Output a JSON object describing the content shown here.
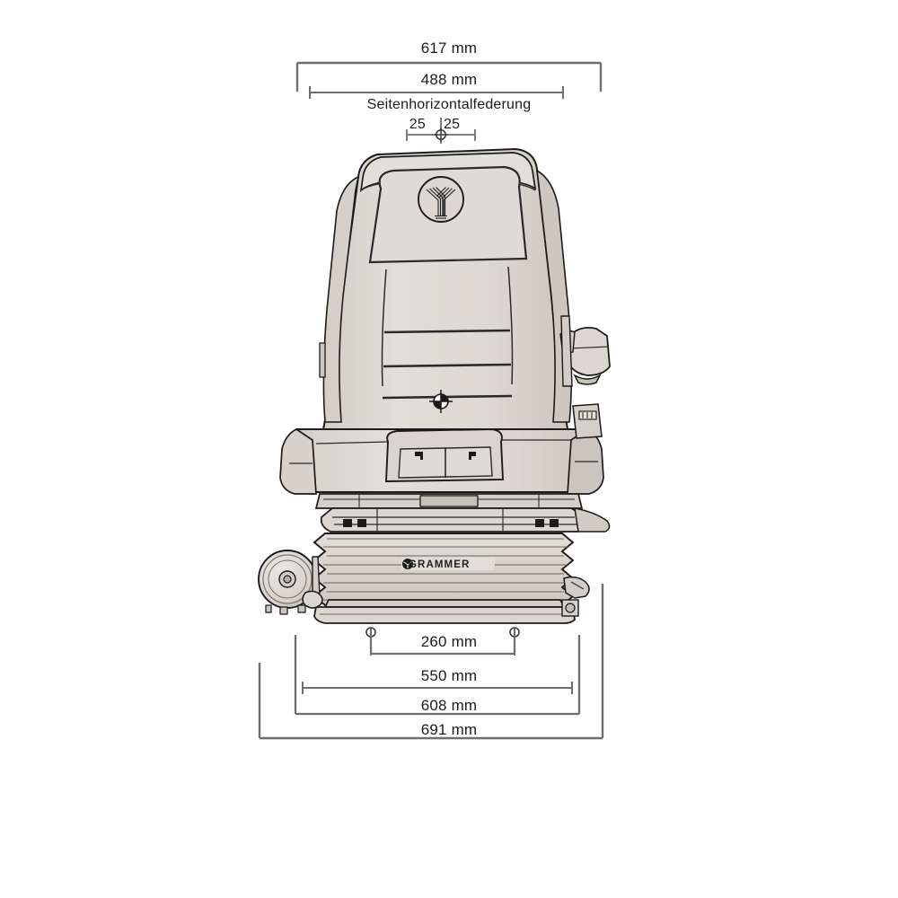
{
  "drawing": {
    "title_visible": false,
    "background_color": "#ffffff",
    "line_color": "#6e6e6e",
    "outline_color": "#1b1b1b",
    "body_fill": "#dbd7d0",
    "body_fill_light": "#e4e1da",
    "body_fill_dark": "#cdc8bf",
    "text_color": "#1b1b1b",
    "subject": "seat-technical-drawing-front-view"
  },
  "dimensions": {
    "top": [
      {
        "name": "overall-width-617",
        "value": "617 mm"
      },
      {
        "name": "backrest-width-488",
        "value": "488 mm"
      },
      {
        "name": "lateral-suspension-travel-left",
        "value": "25"
      },
      {
        "name": "lateral-suspension-travel-right",
        "value": "25"
      }
    ],
    "top_label": "Seitenhorizontalfederung",
    "bottom": [
      {
        "name": "mounting-hole-spacing-260",
        "value": "260 mm"
      },
      {
        "name": "base-width-550",
        "value": "550 mm"
      },
      {
        "name": "base-width-608",
        "value": "608 mm"
      },
      {
        "name": "overall-base-width-691",
        "value": "691 mm"
      }
    ]
  },
  "branding": {
    "logo_text": "GRAMMER",
    "emblem_name": "grammer-emblem"
  }
}
